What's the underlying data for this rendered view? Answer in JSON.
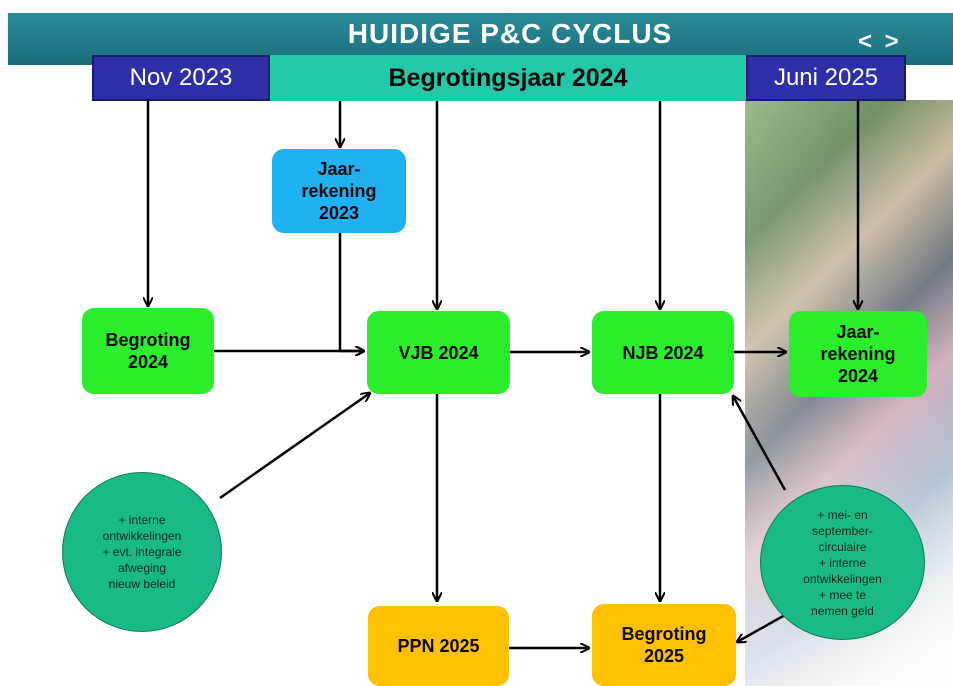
{
  "header": {
    "title": "HUIDIGE P&C CYCLUS",
    "nav": "< >"
  },
  "timeline": {
    "start": "Nov 2023",
    "year": "Begrotingsjaar 2024",
    "end": "Juni 2025"
  },
  "nodes": {
    "jaarrekening_2023": "Jaar-\nrekening\n2023",
    "begroting_2024": "Begroting\n2024",
    "vjb_2024": "VJB 2024",
    "njb_2024": "NJB 2024",
    "jaarrekening_2024": "Jaar-\nrekening\n2024",
    "ppn_2025": "PPN 2025",
    "begroting_2025": "Begroting\n2025"
  },
  "notes": {
    "left": "+ interne\nontwikkelingen\n+ evt. integrale\nafweging\nnieuw beleid",
    "right": "+ mei- en\nseptember-\ncirculaire\n+ interne\nontwikkelingen\n+ mee te\nnemen geld"
  },
  "colors": {
    "header": "#1a6d7b",
    "timeline_ends": "#2e2ea8",
    "timeline_year": "#22c9a8",
    "green": "#2bed2b",
    "blue": "#1fb1f2",
    "orange": "#ffc000",
    "note": "#1aba88"
  }
}
